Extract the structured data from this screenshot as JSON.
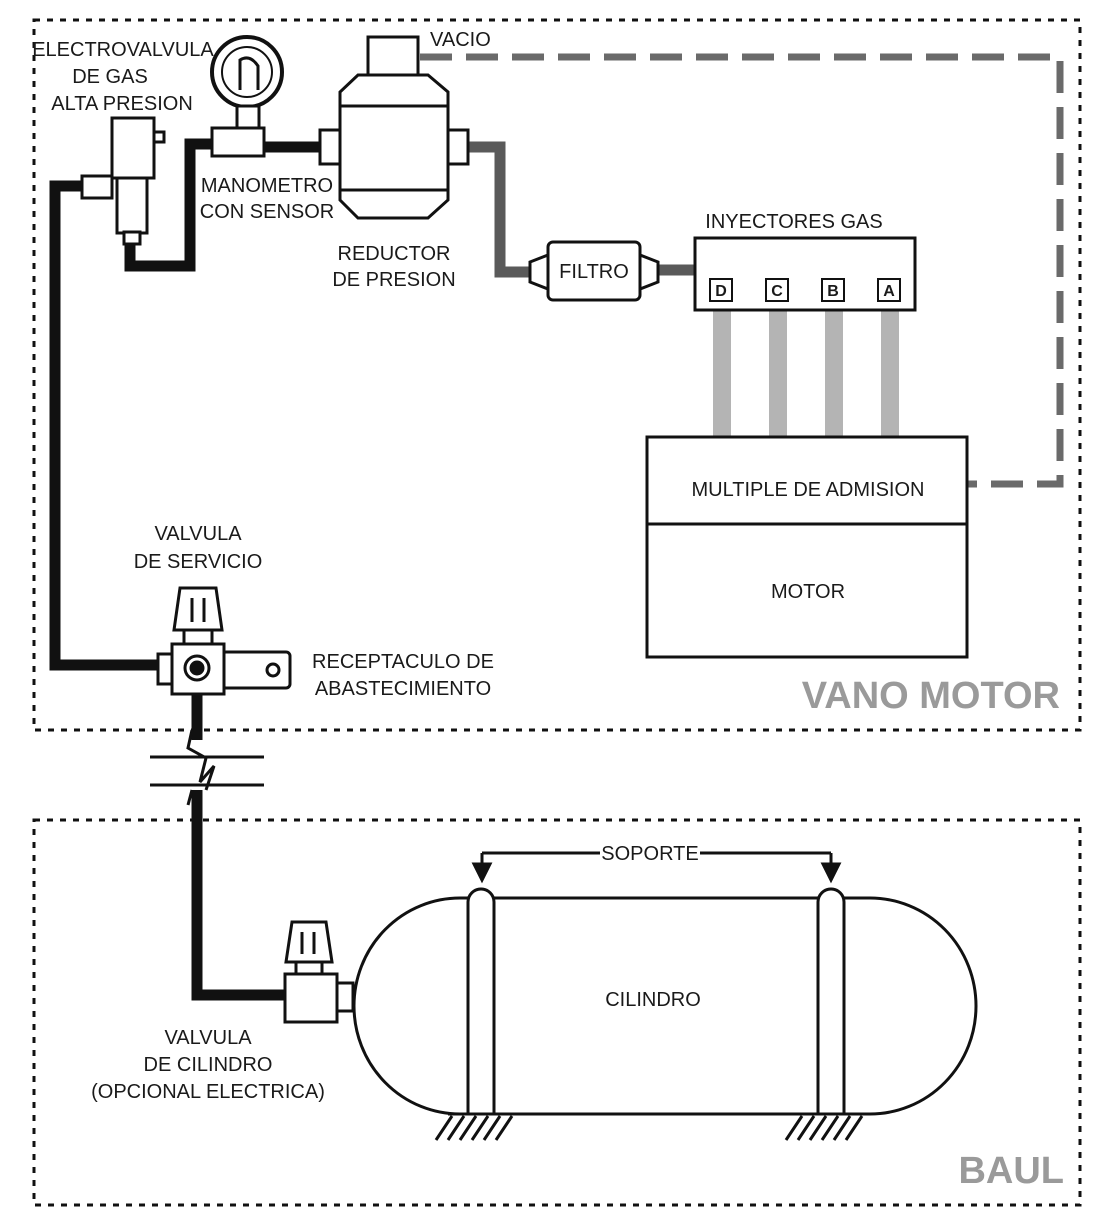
{
  "zones": {
    "engine_bay": "VANO MOTOR",
    "trunk": "BAUL"
  },
  "labels": {
    "solenoid_l1": "ELECTROVALVULA",
    "solenoid_l2": "DE GAS",
    "solenoid_l3": "ALTA PRESION",
    "gauge_l1": "MANOMETRO",
    "gauge_l2": "CON SENSOR",
    "reducer_l1": "REDUCTOR",
    "reducer_l2": "DE PRESION",
    "vacuum": "VACIO",
    "filter": "FILTRO",
    "injectors": "INYECTORES GAS",
    "manifold": "MULTIPLE DE ADMISION",
    "engine": "MOTOR",
    "service_valve_l1": "VALVULA",
    "service_valve_l2": "DE SERVICIO",
    "receptacle_l1": "RECEPTACULO DE",
    "receptacle_l2": "ABASTECIMIENTO",
    "support": "SOPORTE",
    "cylinder": "CILINDRO",
    "cyl_valve_l1": "VALVULA",
    "cyl_valve_l2": "DE CILINDRO",
    "cyl_valve_l3": "(OPCIONAL ELECTRICA)"
  },
  "injector_ports": [
    "D",
    "C",
    "B",
    "A"
  ],
  "colors": {
    "hp_line": "#111111",
    "lp_line": "#5a5a5a",
    "injector_line": "#b4b4b4",
    "vacuum_line": "#6a6a6a",
    "zone_text": "#9a9a9a"
  }
}
